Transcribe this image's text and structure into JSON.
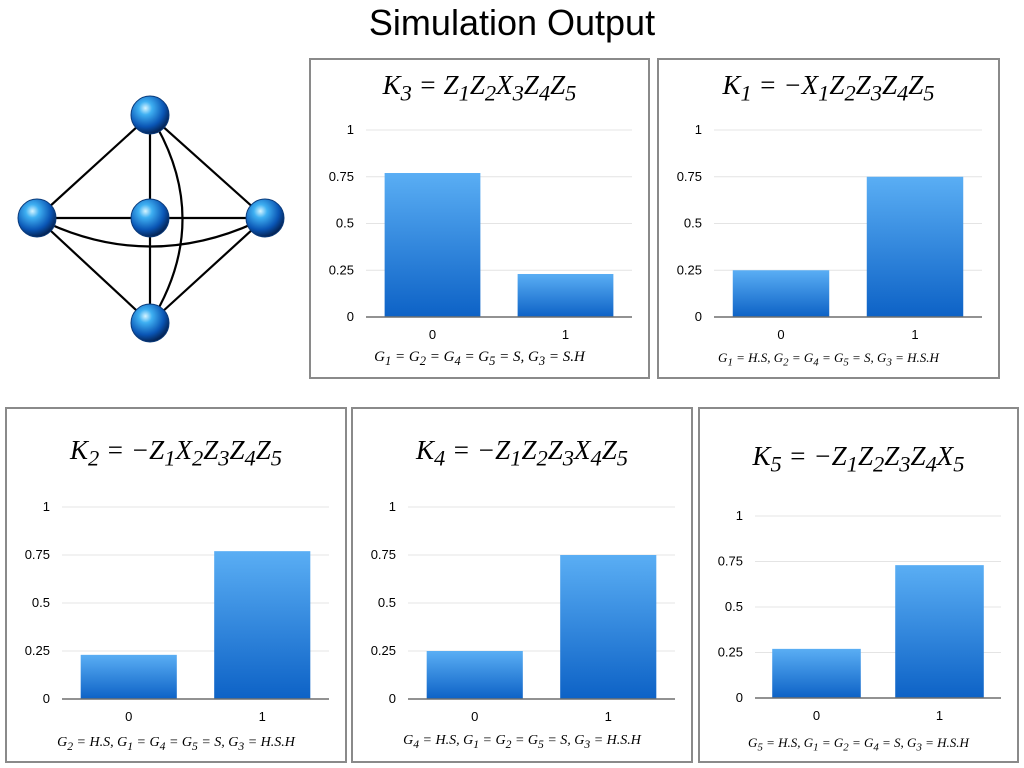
{
  "title": "Simulation Output",
  "colors": {
    "bar_top": "#5aaef4",
    "bar_bottom": "#0d62c6",
    "grid": "#e4e4e4",
    "axis": "#6f6f6f",
    "border": "#8a8a8a"
  },
  "graph": {
    "icons": "five blue sphere nodes",
    "nodes": [
      "top",
      "left",
      "center",
      "right",
      "bottom"
    ]
  },
  "chart_data": [
    {
      "type": "bar",
      "title": "K3 = Z1Z2X3Z4Z5",
      "categories": [
        "0",
        "1"
      ],
      "values": [
        0.77,
        0.23
      ],
      "ylim": [
        0,
        1
      ],
      "yticks": [
        "0",
        "0.25",
        "0.5",
        "0.75",
        "1"
      ],
      "grid": true,
      "caption": "G1 = G2 = G4 = G5 = S, G3 = S.H"
    },
    {
      "type": "bar",
      "title": "K1 = −X1Z2Z3Z4Z5",
      "categories": [
        "0",
        "1"
      ],
      "values": [
        0.25,
        0.75
      ],
      "ylim": [
        0,
        1
      ],
      "yticks": [
        "0",
        "0.25",
        "0.5",
        "0.75",
        "1"
      ],
      "grid": true,
      "caption": "G1 = H.S, G2 = G4 = G5 = S, G3 = H.S.H"
    },
    {
      "type": "bar",
      "title": "K2 = −Z1X2Z3Z4Z5",
      "categories": [
        "0",
        "1"
      ],
      "values": [
        0.23,
        0.77
      ],
      "ylim": [
        0,
        1
      ],
      "yticks": [
        "0",
        "0.25",
        "0.5",
        "0.75",
        "1"
      ],
      "grid": true,
      "caption": "G2 = H.S, G1 = G4 = G5 = S, G3 = H.S.H"
    },
    {
      "type": "bar",
      "title": "K4 = −Z1Z2Z3X4Z5",
      "categories": [
        "0",
        "1"
      ],
      "values": [
        0.25,
        0.75
      ],
      "ylim": [
        0,
        1
      ],
      "yticks": [
        "0",
        "0.25",
        "0.5",
        "0.75",
        "1"
      ],
      "grid": true,
      "caption": "G4 = H.S, G1 = G2 = G5 = S, G3 = H.S.H"
    },
    {
      "type": "bar",
      "title": "K5 = −Z1Z2Z3Z4X5",
      "categories": [
        "0",
        "1"
      ],
      "values": [
        0.27,
        0.73
      ],
      "ylim": [
        0,
        1
      ],
      "yticks": [
        "0",
        "0.25",
        "0.5",
        "0.75",
        "1"
      ],
      "grid": true,
      "caption": "G5 = H.S, G1 = G2 = G4 = S, G3 = H.S.H"
    }
  ]
}
